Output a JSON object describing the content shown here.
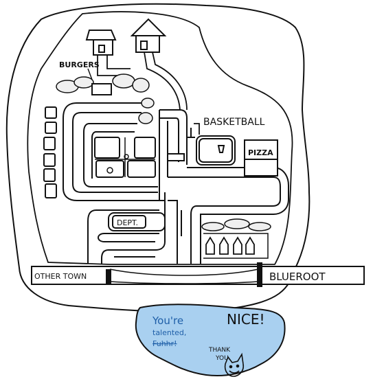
{
  "map": {
    "labels": {
      "burgers": "BURGERS",
      "basketball": "BASKETBALL",
      "pizza": "PIZZA",
      "dept": "DEPT.",
      "other_town": "OTHER TOWN",
      "blueroot": "BLUEROOT"
    },
    "lake_notes": {
      "line1": "You're",
      "line2": "talented,",
      "line3": "Fuhhr!",
      "nice": "NICE!",
      "thank": "THANK",
      "you": "YOU."
    },
    "colors": {
      "ink": "#111111",
      "lake": "#a9d0f0",
      "note_ink": "#1f5fa8",
      "hedge": "#efefef"
    }
  }
}
